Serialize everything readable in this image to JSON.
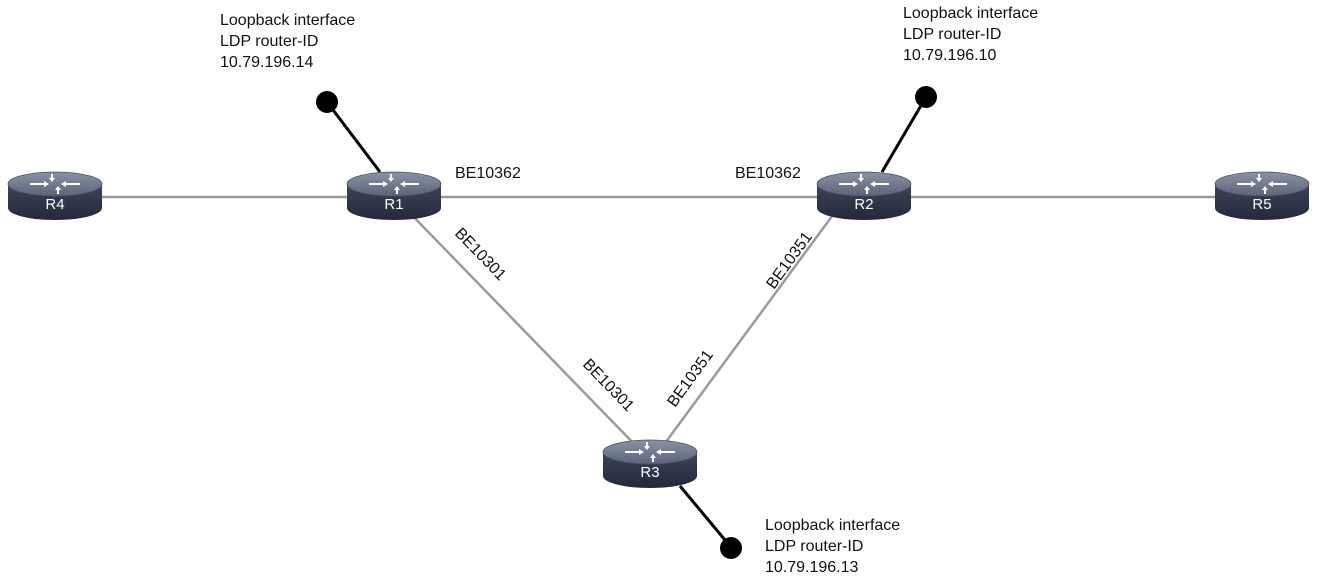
{
  "routers": [
    {
      "id": "r1",
      "label": "R1"
    },
    {
      "id": "r2",
      "label": "R2"
    },
    {
      "id": "r3",
      "label": "R3"
    },
    {
      "id": "r4",
      "label": "R4"
    },
    {
      "id": "r5",
      "label": "R5"
    }
  ],
  "links": [
    {
      "id": "r4-r1",
      "a_label": "",
      "b_label": ""
    },
    {
      "id": "r1-r2",
      "a_label": "BE10362",
      "b_label": "BE10362"
    },
    {
      "id": "r2-r5",
      "a_label": "",
      "b_label": ""
    },
    {
      "id": "r1-r3",
      "a_label": "BE10301",
      "b_label": "BE10301"
    },
    {
      "id": "r2-r3",
      "a_label": "BE10351",
      "b_label": "BE10351"
    }
  ],
  "loopbacks": [
    {
      "router": "R1",
      "line1": "Loopback interface",
      "line2": "LDP router-ID",
      "ip": "10.79.196.14"
    },
    {
      "router": "R2",
      "line1": "Loopback interface",
      "line2": "LDP router-ID",
      "ip": "10.79.196.10"
    },
    {
      "router": "R3",
      "line1": "Loopback interface",
      "line2": "LDP router-ID",
      "ip": "10.79.196.13"
    }
  ],
  "colors": {
    "link": "#9a9a9a",
    "loopback": "#000000",
    "router_top": "#6b7388",
    "router_side": "#2f3546",
    "router_label": "#ffffff"
  }
}
